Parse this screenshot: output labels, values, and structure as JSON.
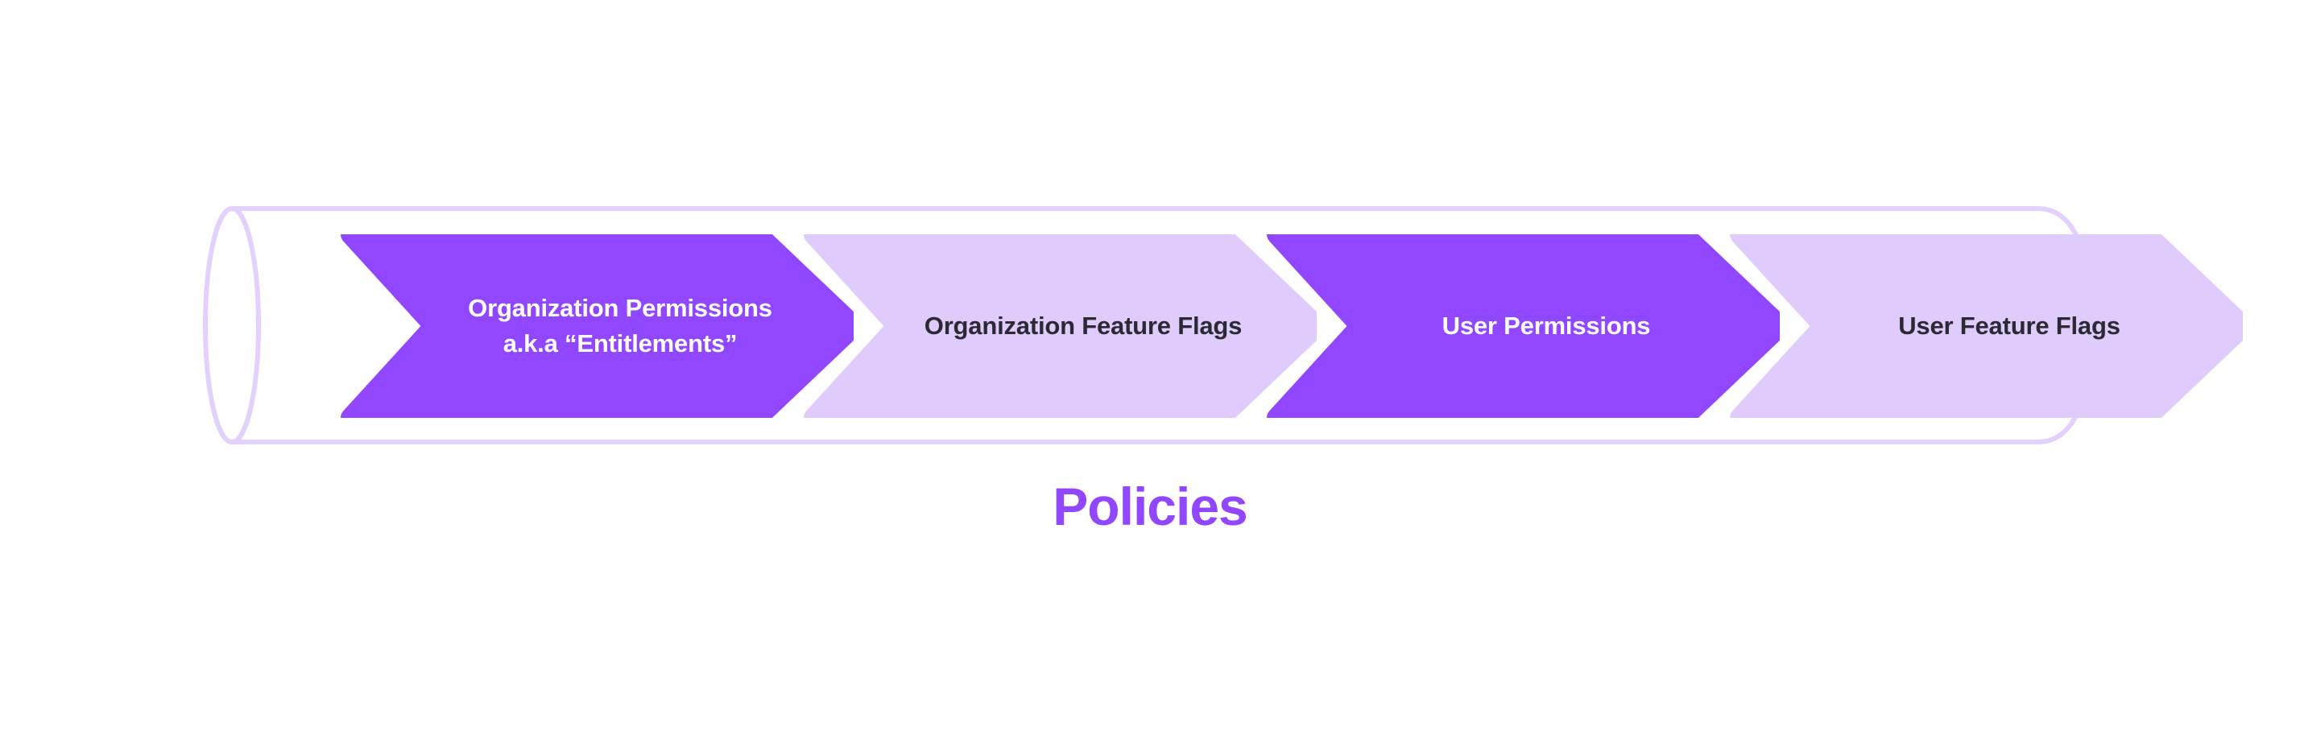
{
  "diagram": {
    "title": "Policies",
    "container": {
      "shape": "cylinder",
      "stroke_color": "#e3d0fd",
      "stroke_width": 6,
      "fill_color": "#ffffff"
    },
    "colors": {
      "accent_purple": "#9146ff",
      "light_purple": "#dfcbfc",
      "outline_purple": "#e3d0fd",
      "dark_text": "#2a2a33",
      "light_text": "#ffffff",
      "background": "#ffffff"
    },
    "steps": [
      {
        "index": 1,
        "label": "Organization Permissions\na.k.a “Entitlements”",
        "style": "filled",
        "fill": "#9146ff",
        "text_color": "#ffffff"
      },
      {
        "index": 2,
        "label": "Organization Feature Flags",
        "style": "tinted",
        "fill": "#dfcbfc",
        "text_color": "#2a2a33"
      },
      {
        "index": 3,
        "label": "User Permissions",
        "style": "filled",
        "fill": "#9146ff",
        "text_color": "#ffffff"
      },
      {
        "index": 4,
        "label": "User Feature Flags",
        "style": "tinted",
        "fill": "#dfcbfc",
        "text_color": "#2a2a33"
      }
    ]
  }
}
